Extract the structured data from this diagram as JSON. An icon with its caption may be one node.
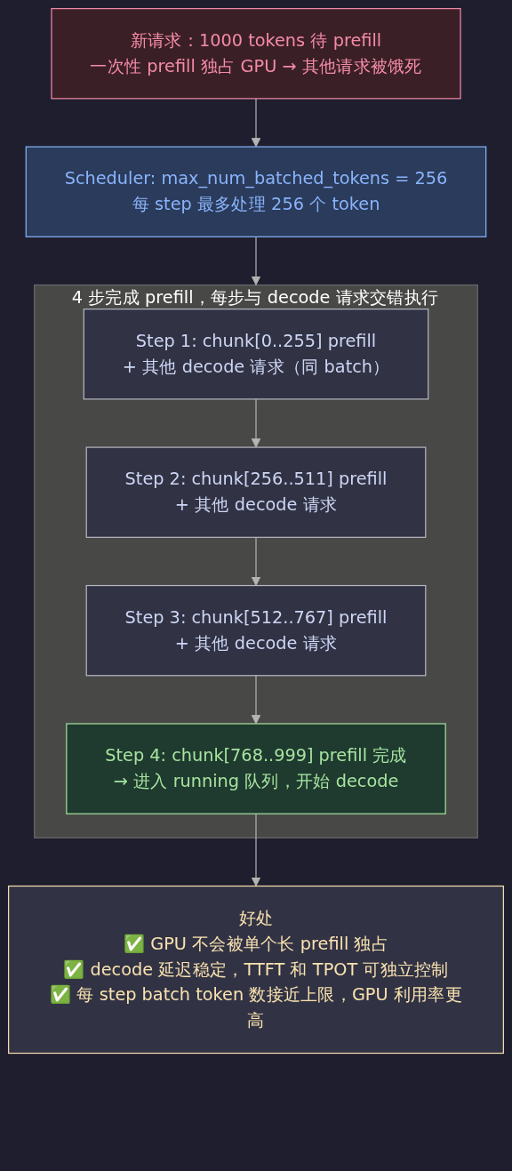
{
  "diagram": {
    "nodes": [
      {
        "text": [
          "新请求：1000 tokens 待 prefill",
          "一次性 prefill 独占 GPU → 其他请求被饿死"
        ]
      },
      {
        "text": [
          "Scheduler: max_num_batched_tokens = 256",
          "每 step 最多处理 256 个 token"
        ]
      },
      {
        "text": [
          "4 步完成 prefill，每步与 decode 请求交错执行"
        ]
      },
      {
        "text": [
          "Step 1: chunk[0..255] prefill",
          "+ 其他 decode 请求（同 batch）"
        ],
        "in": 2
      },
      {
        "text": [
          "Step 2: chunk[256..511] prefill",
          "+ 其他 decode 请求"
        ],
        "in": 2
      },
      {
        "text": [
          "Step 3: chunk[512..767] prefill",
          "+ 其他 decode 请求"
        ],
        "in": 2
      },
      {
        "text": [
          "Step 4: chunk[768..999] prefill 完成",
          "→ 进入 running 队列，开始 decode"
        ],
        "in": 2
      },
      {
        "text": [
          "好处",
          "✅ GPU 不会被单个长 prefill 独占",
          "✅ decode 延迟稳定，TTFT 和 TPOT 可独立控制",
          "✅ 每 step batch token 数接近上限，GPU 利用率更高"
        ]
      }
    ],
    "edges": [
      {
        "from": 0,
        "to": 1,
        "arrow": "to"
      },
      {
        "from": 1,
        "to": 2,
        "arrow": "to"
      },
      {
        "from": 3,
        "to": 4,
        "arrow": "to"
      },
      {
        "from": 4,
        "to": 5,
        "arrow": "to"
      },
      {
        "from": 5,
        "to": 6,
        "arrow": "to"
      },
      {
        "from": 6,
        "to": 7,
        "arrow": "to"
      }
    ]
  }
}
